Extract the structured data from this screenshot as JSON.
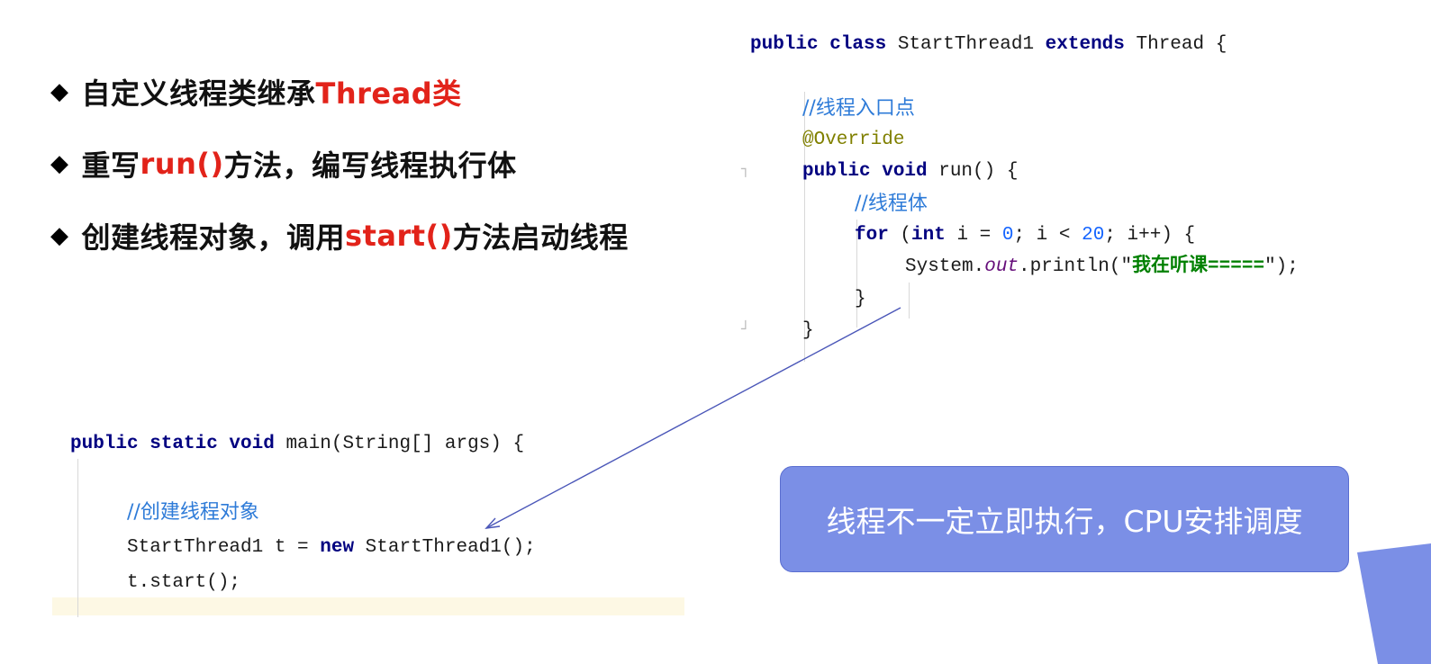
{
  "bullets": [
    {
      "pre": "自定义线程类继承",
      "hl": "Thread类",
      "post": ""
    },
    {
      "pre": "重写",
      "hl": "run()",
      "post": "方法，编写线程执行体"
    },
    {
      "pre": "创建线程对象，调用",
      "hl": "start()",
      "post": "方法启动线程"
    }
  ],
  "code_top": {
    "l1_kw1": "public class",
    "l1_name": " StartThread1 ",
    "l1_kw2": "extends",
    "l1_tail": " Thread {",
    "comment1": "//线程入口点",
    "annotation": "@Override",
    "l4_kw": "public void",
    "l4_tail": " run() {",
    "comment2": "//线程体",
    "l6_kw1": "for",
    "l6_a": " (",
    "l6_kw2": "int",
    "l6_b": " i = ",
    "l6_n1": "0",
    "l6_c": "; i < ",
    "l6_n2": "20",
    "l6_d": "; i++) {",
    "l7_a": "System.",
    "l7_out": "out",
    "l7_b": ".println(\"",
    "l7_str": "我在听课=====",
    "l7_c": "\");",
    "l8": "}",
    "l9": "}"
  },
  "code_bottom": {
    "l1_kw": "public static void",
    "l1_tail": " main(String[] args) {",
    "comment": "//创建线程对象",
    "l3_a": "StartThread1 t = ",
    "l3_kw": "new",
    "l3_b": " StartThread1();",
    "l4": "t.start();"
  },
  "callout": {
    "text": "线程不一定立即执行，CPU安排调度"
  },
  "colors": {
    "highlight": "#e2231a",
    "callout_bg": "#7b8fe6",
    "keyword": "#000080",
    "comment": "#2e7bd8",
    "string": "#008000",
    "arrow": "#4a56b8"
  }
}
